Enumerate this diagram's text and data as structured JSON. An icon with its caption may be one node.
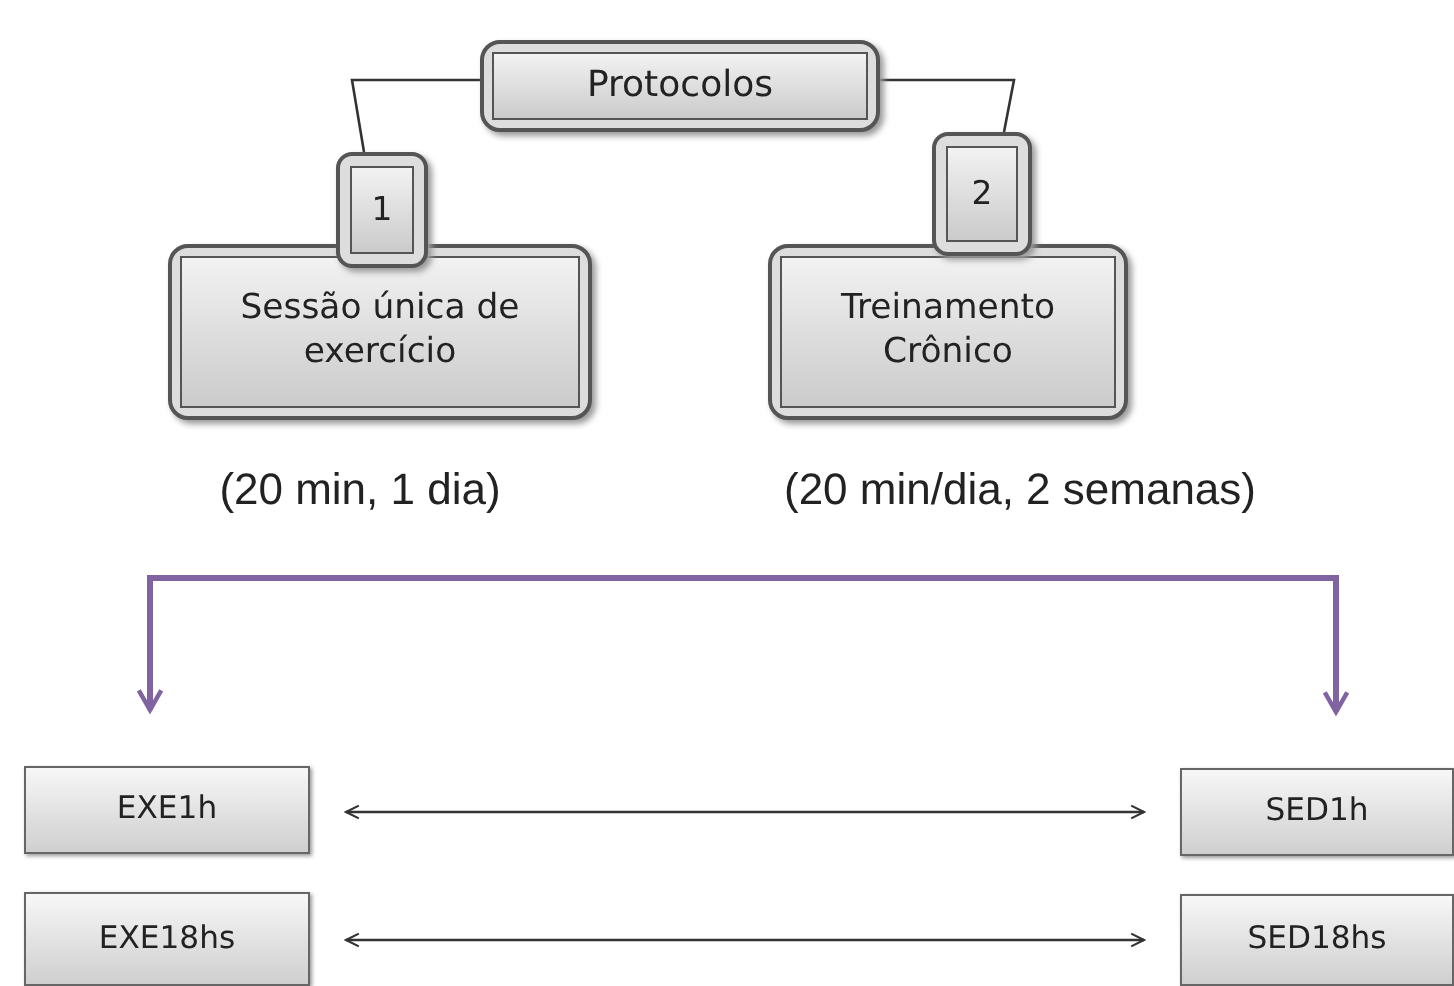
{
  "diagram": {
    "nodes": [
      {
        "text": [
          "Protocolos"
        ]
      },
      {
        "text": [
          "1"
        ]
      },
      {
        "text": [
          "Sessão única de exercício"
        ],
        "beside": [
          "(20 min, 1 dia)"
        ]
      },
      {
        "text": [
          "2"
        ]
      },
      {
        "text": [
          "Treinamento Crônico"
        ],
        "beside": [
          "(20 min/dia, 2 semanas)"
        ]
      },
      {
        "text": [
          "EXE1h"
        ]
      },
      {
        "text": [
          "SED1h"
        ]
      },
      {
        "text": [
          "EXE18hs"
        ]
      },
      {
        "text": [
          "SED18hs"
        ]
      }
    ],
    "edges": [
      {
        "from": 0,
        "to": 1,
        "arrow": "none"
      },
      {
        "from": 0,
        "to": 3,
        "arrow": "none"
      },
      {
        "from": null,
        "to": 5,
        "arrow": "to",
        "color": "#8064a2",
        "style": "thick"
      },
      {
        "from": null,
        "to": 6,
        "arrow": "to",
        "color": "#8064a2",
        "style": "thick"
      },
      {
        "from": 5,
        "to": 6,
        "arrow": "both"
      },
      {
        "from": 7,
        "to": 8,
        "arrow": "both"
      }
    ]
  }
}
